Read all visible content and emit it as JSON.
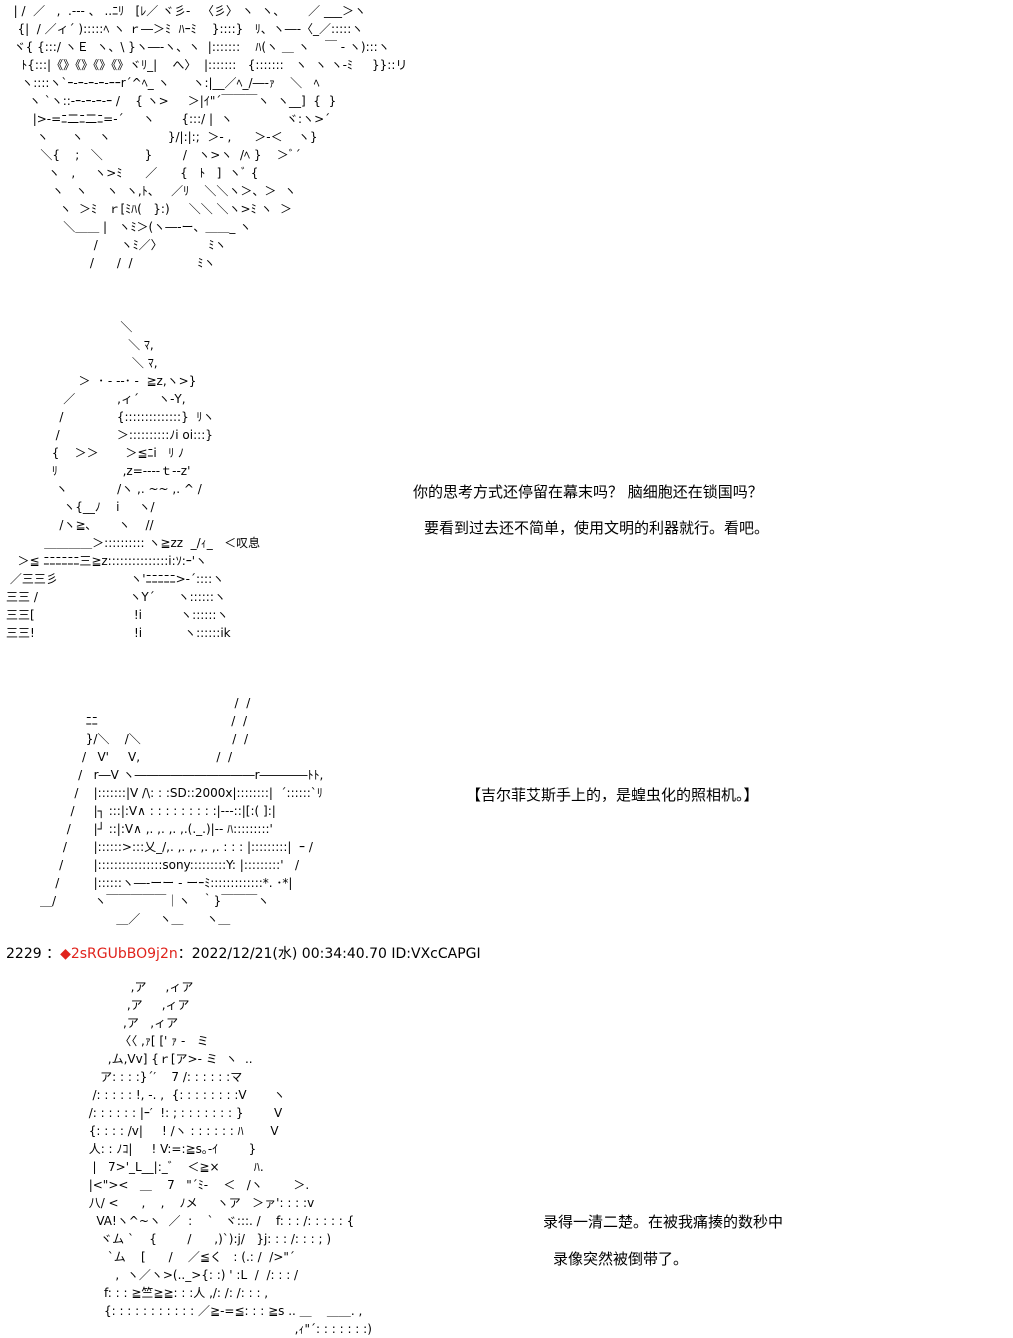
{
  "art": {
    "block1": "  | /  ／   ,  .--- 、 ..ﾆﾘ   [ﾚ／ ヾ彡-   〈彡〉 ヽ  ヽ、      ／ ___＞ヽ\n   {|  / ／ィ´ ):::::ﾍ ヽ ｒ―＞ﾐ  ﾊｰﾐ    }::::}   ﾘ、ヽ―‐〈_／:::::ヽ\n  ヾ{ {:::/ ヽＥ  ヽ、\\ }ヽ―‐ヽ、ヽ  |:::::::    ﾊ(ヽ ＿ ヽ    ￣ ‐ ヽ):::ヽ\n    ﾄ{:::|《》《》《》《》ヾﾘ_|    へ〉  |:::::::   {:::::::   ヽ  ヽ ヽ‐ﾐ     }}::リ\n    ヽ::::ヽ`ｰ-ｰ-ｰ-ｰ-ｰｰr´^ﾍ_ ヽ      ヽ:|__／ﾍ_/―-ｧ    ＼   ﾍ\n      ヽ `ヽ::-ｰ-ｰ-ｰ-ｰ /    { ヽ>     ＞|ｲ\"´￣￣￣ヽ  ヽ__]  {  }\n       |>-=ﾆ二ﾆ二ﾆ=-´     ヽ       {:::/ |  ヽ              ヾ:ヽ>´\n        ヽ      ヽ    ヽ               }/|:|:;  ＞- ,      ＞‐＜    ヽ}\n         ＼{    ;   ＼           }        /   ヽ>ヽ  /ﾍ }    ＞ﾞ´\n           ヽ   ,     ヽ>ﾐ      ／      {   ﾄ   ]  ヽﾞ {\n            ヽ   ヽ     ヽ  ヽ,ﾄ、   ／ﾘ    ＼＼ヽ＞、＞  ヽ\n              ヽ  ＞ﾐ   ｒ[ﾐﾊ(   }:)     ＼＼ ＼ヽ>ﾐ ヽ  ＞\n               ＼＿＿ |   ヽﾐ＞(ヽ―‐ー、＿＿_ ヽ\n                       /      ヽﾐ／〉            ﾐヽ\n                      /      /  /                 ﾐヽ",
    "block2": "                              ＼\n                                ＼ ﾏ,\n                                 ＼ ﾏ,\n                   ＞  ･ - ‐‐･ -  ≧z,ヽ>}\n               ／           ,ィ´     ヽ-Y,\n              /              {::::::::::::::}  ﾘヽ\n             /               ＞::::::::::ﾉi oi:::}\n            {    ＞＞       ＞≦ﾆi   ﾘ ﾉ\n            ﾘ                 ,z=‐‐‐‐ｔ‐‐z'\n             ヽ             /ヽ ,. ~~ ,. ^ /\n               ヽ{__ﾉ    i     ヽ/\n              /ヽ≧､       ヽ    //\n          ＿＿＿＿＞:::::::::: ヽ≧zz  _/ｨ_   ＜叹息\n   ＞≦ ﾆﾆﾆﾆﾆﾆ三≧z:::::::::::::::i:ｿ:ｰ'ヽ\n ／三三彡                   ヽ'ﾆﾆﾆﾆﾆ>-´::::ヽ\n三三 /                        ヽY´      ヽ::::::ヽ\n三三[                          !i          ヽ::::::ヽ\n三三!                          !i           ヽ::::::ik",
    "block3": "                                                   /  /\n            ﾆﾆ                                   /  /\n            }/＼    /＼                        /  /\n           /   V'     V,                    /  /\n          /   r―V ヽ――――――――――r――――ﾄﾄ,\n         /    |:::::::|V /\\: : :SD::2000x|::::::::|  ´::::::`ﾘ\n        /     |┐ :::|:V∧ : : : : : : : : :|‐‐‐::|[:( ]:|\n       /      |┘ ::|:V∧ ,. ,. ,. ,.(._.)|‐‐ ﾊ:::::::::'\n      /       |::::::>:::乂_/,. ,. ,. ,. ,. : : : |:::::::::|  ｰ /\n     /        |::::::::::::::::sony:::::::::Y: |:::::::::'   /\n    /         |::::::ヽ―‐ーー ‐ ーｰﾐ:::::::::::::*. ･*|\n＿/          ヽ￣￣￣￣￣｜ヽ   ｀}￣￣￣ヽ\n                    ＿／     ヽ＿      ヽ＿",
    "block4": "                  ,ア     ,ィア\n                 ,ア     ,ィア\n                ,ア   ,ィア\n               〈〈 ,ｧ[ [' ｧ -   ミ\n            ,ム,Vv] {ｒ[ア>- ミ  ヽ  ..\n          ア: : : :}´′    7 /: : : : : :マ\n        /: : : : : !, -. ,  {: : : : : : : :V       ヽ\n       /: : : : : : |ｰ′  !: ; : : : : : : : }        V\n       {: : : : /v|     ! /ヽ : : : : : : ﾊ       V\n       人: : ﾉｺ|     ! V:=:≧s｡-ｲ        }\n        |   7>'_L__|:_゛  ＜≧×         ﾊ.\n       |<\"><   ＿    7   \"´ﾐ-    ＜   /ヽ        ＞.\n       八/ <      ,    ,    ﾉメ     ヽア   ＞ァ': : : :v\n         VA!ヽ^~ヽ  ／  :    `   ヾ:::. /    f: : : /: : : : : {\n          ヾム `    {        /      ,)`):j/   }j: : : /: : : ; )\n            `ム    [      /    ／≦く   : (.: /  />\"´\n              ,  ヽ／ヽ>(.._>{: :) ' :L  /  /: : : /\n           f: : : ≧竺≧≧: : :人 ,/: /: /: : : ,   \n           {: : : : : : : : : : : ／≧-=≦: : : ≧s .. ＿    ＿＿. ,\n                                                             ,ｨ\"´: : : : : : :)"
  },
  "dialogue": {
    "line1": "你的思考方式还停留在幕末吗？  脑细胞还在锁国吗？",
    "line2": "要看到过去还不简单，使用文明的利器就行。看吧。",
    "line3": "【吉尔菲艾斯手上的，是蝗虫化的照相机。】",
    "line4": "录得一清二楚。在被我痛揍的数秒中",
    "line5": "录像突然被倒带了。"
  },
  "post_header": {
    "number": "2229 ：",
    "trip": "◆2sRGUbBO9j2n",
    "datetime": "：2022/12/21(水) 00:34:40.70 ID:VXcCAPGI"
  },
  "colors": {
    "background": "#ffffff",
    "text": "#000000",
    "trip": "#e0231c"
  }
}
